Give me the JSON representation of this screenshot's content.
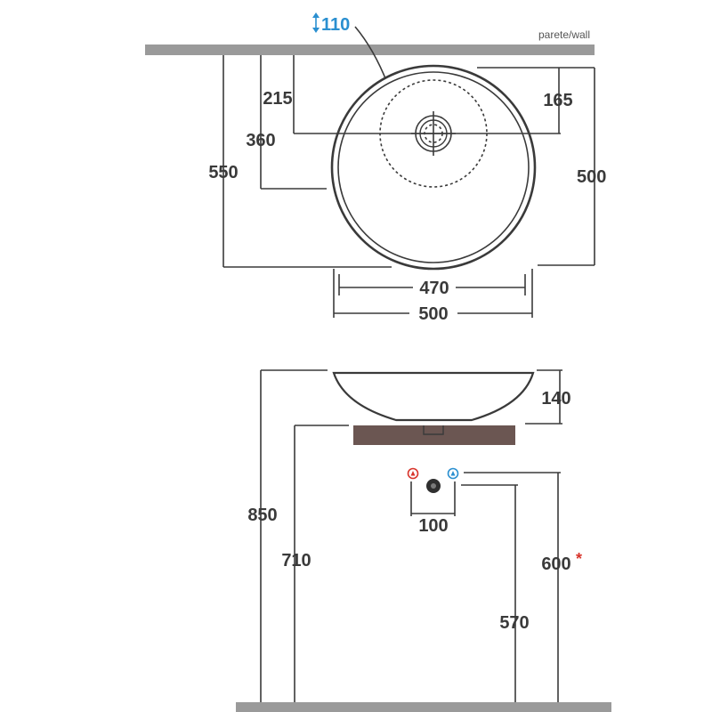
{
  "top_view": {
    "wall_label": "parete/wall",
    "drain_height": "110",
    "dims": {
      "d215": "215",
      "d360": "360",
      "d550": "550",
      "d165": "165",
      "d500_right": "500",
      "d470": "470",
      "d500_bottom": "500"
    }
  },
  "side_view": {
    "dims": {
      "d140": "140",
      "d850": "850",
      "d710": "710",
      "d100": "100",
      "d600": "600",
      "d600_mark": "*",
      "d570": "570"
    }
  },
  "colors": {
    "wall": "#9a9a9a",
    "line": "#3a3a3a",
    "counter": "#6b5652",
    "blue": "#2a8fd0",
    "red": "#d8342b"
  }
}
